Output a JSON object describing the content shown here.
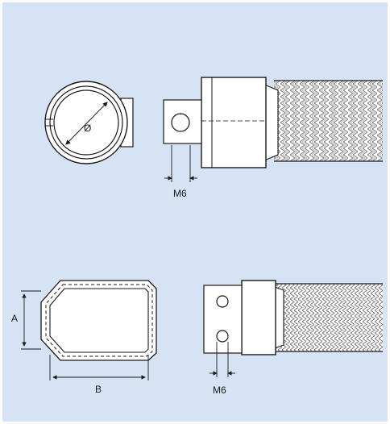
{
  "labels": {
    "diameter": "Ø",
    "thread_top": "M6",
    "dim_a": "A",
    "dim_b": "B",
    "thread_bottom": "M6"
  },
  "colors": {
    "background": "#d6e3f4",
    "part_fill": "#ffffff",
    "line": "#1a1a1a",
    "braid": "#8a8a8a"
  }
}
